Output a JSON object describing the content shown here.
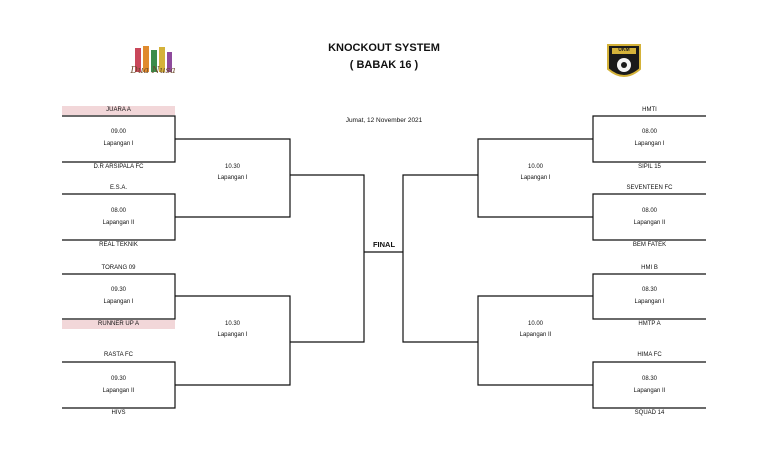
{
  "header": {
    "title_line1": "KNOCKOUT SYSTEM",
    "title_line2": "( BABAK 16 )",
    "date": "Jumat, 12 November 2021"
  },
  "logos": {
    "left_text": "Dua Nusa",
    "right_text": "UKM"
  },
  "left": {
    "teams": [
      "JUARA A",
      "D.R ARSIPALA FC",
      "E.S.A.",
      "REAL TEKNIK",
      "TORANG 09",
      "RUNNER UP A",
      "RASTA FC",
      "HIVS"
    ],
    "matches": [
      {
        "time": "09.00",
        "field": "Lapangan I"
      },
      {
        "time": "08.00",
        "field": "Lapangan II"
      },
      {
        "time": "09.30",
        "field": "Lapangan I"
      },
      {
        "time": "09.30",
        "field": "Lapangan II"
      }
    ],
    "semis": [
      {
        "time": "10.30",
        "field": "Lapangan I"
      },
      {
        "time": "10.30",
        "field": "Lapangan I"
      }
    ]
  },
  "right": {
    "teams": [
      "HMTI",
      "SIPIL 15",
      "SEVENTEEN FC",
      "BEM FATEK",
      "HMI B",
      "HMTP A",
      "HIMA FC",
      "SQUAD 14"
    ],
    "matches": [
      {
        "time": "08.00",
        "field": "Lapangan I"
      },
      {
        "time": "08.00",
        "field": "Lapangan II"
      },
      {
        "time": "08.30",
        "field": "Lapangan I"
      },
      {
        "time": "08.30",
        "field": "Lapangan II"
      }
    ],
    "semis": [
      {
        "time": "10.00",
        "field": "Lapangan I"
      },
      {
        "time": "10.00",
        "field": "Lapangan II"
      }
    ]
  },
  "final_label": "FINAL"
}
